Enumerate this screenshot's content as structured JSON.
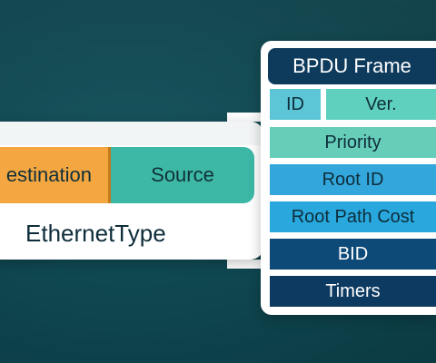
{
  "ethernet_frame": {
    "destination_label": "estination",
    "source_label": "Source",
    "ethertype_label": "EthernetType"
  },
  "bpdu_frame": {
    "title": "BPDU Frame",
    "fields": {
      "id": "ID",
      "version": "Ver.",
      "priority": "Priority",
      "root_id": "Root ID",
      "root_path_cost": "Root Path Cost",
      "bid": "BID",
      "timers": "Timers"
    }
  },
  "colors": {
    "background": "#0f4750",
    "destination": "#f4a640",
    "source": "#3db8a6",
    "id": "#5cc6d6",
    "version": "#5fd0be",
    "priority": "#66cdb9",
    "root_id": "#33a7dc",
    "root_path_cost": "#29a8de",
    "bid": "#0e4a78",
    "timers": "#0d3a60",
    "title_bar": "#0e3a5c"
  }
}
